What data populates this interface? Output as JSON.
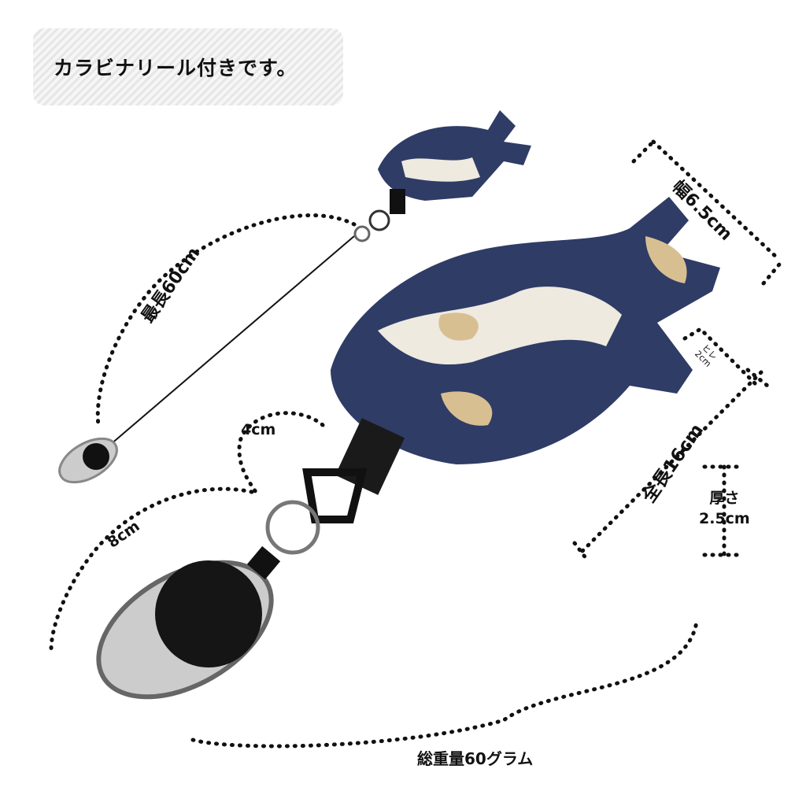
{
  "banner": {
    "text": "カラビナリール付きです。"
  },
  "labels": {
    "max_length": "最長60cm",
    "width": "幅6.5cm",
    "fin_title": "ヒレ",
    "fin_value": "2cm",
    "total_length": "全長16cm",
    "thickness_title": "厚さ",
    "thickness_value": "2.5cm",
    "strap": "4cm",
    "reel": "8cm",
    "weight": "総重量60グラム"
  },
  "colors": {
    "navy": "#2f3c66",
    "beige": "#d8bf92",
    "cream": "#eeeae0",
    "black": "#111111"
  }
}
